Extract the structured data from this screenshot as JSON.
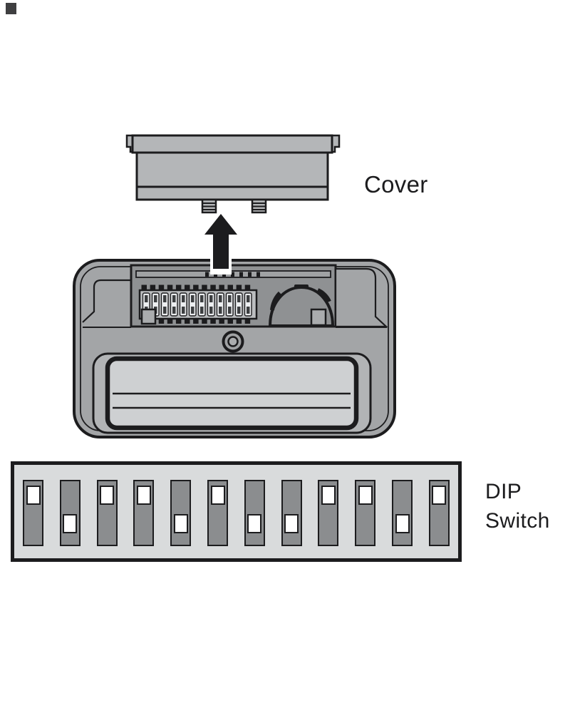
{
  "labels": {
    "cover": "Cover",
    "dip_line1": "DIP",
    "dip_line2": "Switch"
  },
  "device": {
    "dip_bank": {
      "slot_count": 12,
      "teeth_count": 13,
      "rail_tick_count": 7
    }
  },
  "dip_switch_panel": {
    "switch_count": 12,
    "states": [
      "up",
      "down",
      "up",
      "up",
      "down",
      "up",
      "down",
      "down",
      "up",
      "up",
      "down",
      "up"
    ]
  },
  "colors": {
    "outline": "#1c1c1e",
    "cover_fill": "#b4b6b8",
    "shell_fill": "#a3a5a7",
    "compartment_fill": "#8f9193",
    "face_fill": "#aaacae",
    "rail_fill": "#a0a2a4",
    "bank_fill": "#bcbec0",
    "slot_light": "#eceef0",
    "slot_dark": "#3c3e40",
    "bezel_fill": "#b2b4b6",
    "button_fill": "#ced0d2",
    "panel_bg": "#d9dbdc",
    "switch_fill": "#8b8d8f",
    "actuator_fill": "#ffffff",
    "arrow_fill": "#1c1c1e",
    "artifact": "#3f3f41"
  }
}
